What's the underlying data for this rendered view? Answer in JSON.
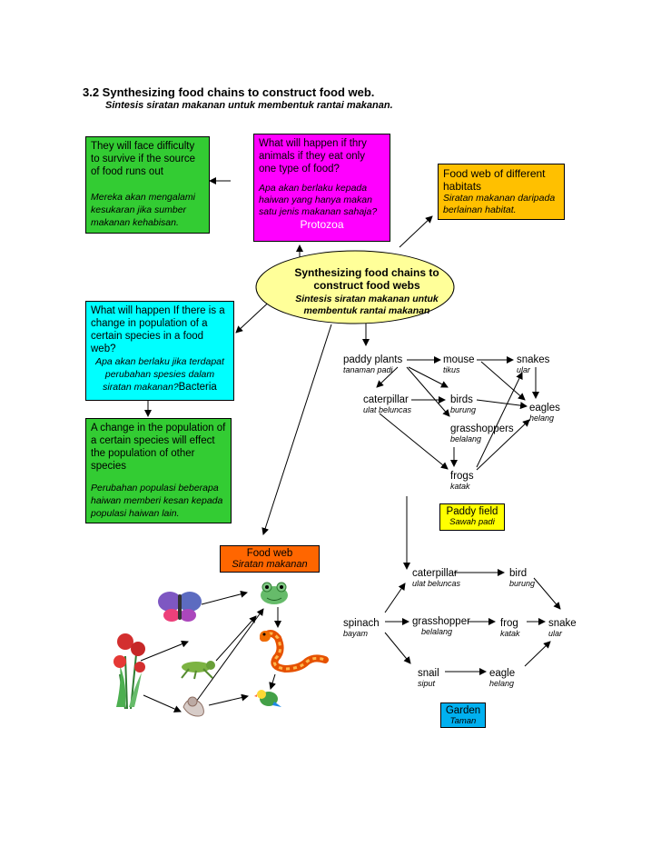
{
  "heading": "3.2  Synthesizing food chains to construct food web.",
  "subheading": "Sintesis siratan makanan untuk membentuk rantai makanan.",
  "center": {
    "title_en": "Synthesizing food chains to construct food webs",
    "title_ms": "Sintesis siratan makanan untuk membentuk rantai makanan"
  },
  "boxes": {
    "difficulty": {
      "en": "They will face difficulty to survive  if the source of food  runs out",
      "ms": "Mereka akan mengalami kesukaran jika sumber makanan kehabisan."
    },
    "one_food": {
      "en": "What will happen if thry animals if they eat only one type of food?",
      "ms": "Apa akan berlaku kepada haiwan yang hanya makan satu jenis makanan sahaja?",
      "tag": "Protozoa"
    },
    "habitats": {
      "en": "Food web of  different habitats",
      "ms": "Siratan makanan daripada berlainan habitat."
    },
    "population": {
      "en": "What will happen If there is a change in population of a certain species in a food web?",
      "ms": "Apa akan berlaku jika terdapat perubahan spesies dalam siratan makanan?",
      "tag": "Bacteria"
    },
    "change": {
      "en": "A change in the population of a certain species  will effect the population of other species",
      "ms": "Perubahan populasi beberapa haiwan memberi kesan kepada populasi haiwan lain."
    },
    "foodweb": {
      "en": "Food  web",
      "ms": "Siratan makanan"
    }
  },
  "paddy": {
    "nodes": {
      "paddy_plants": {
        "en": "paddy plants",
        "ms": "tanaman padi"
      },
      "mouse": {
        "en": "mouse",
        "ms": "tikus"
      },
      "snakes": {
        "en": "snakes",
        "ms": "ular"
      },
      "caterpillar": {
        "en": "caterpillar",
        "ms": "ulat beluncas"
      },
      "birds": {
        "en": "birds",
        "ms": "burung"
      },
      "eagles": {
        "en": "eagles",
        "ms": "helang"
      },
      "grasshoppers": {
        "en": "grasshoppers",
        "ms": "belalang"
      },
      "frogs": {
        "en": "frogs",
        "ms": "katak"
      }
    },
    "label": {
      "en": "Paddy field",
      "ms": "Sawah padi"
    }
  },
  "garden": {
    "nodes": {
      "caterpillar": {
        "en": "caterpillar",
        "ms": "ulat beluncas"
      },
      "bird": {
        "en": "bird",
        "ms": "burung"
      },
      "spinach": {
        "en": "spinach",
        "ms": "bayam"
      },
      "grasshopper": {
        "en": "grasshopper",
        "ms": "belalang"
      },
      "frog": {
        "en": "frog",
        "ms": "katak"
      },
      "snake": {
        "en": "snake",
        "ms": "ular"
      },
      "snail": {
        "en": "snail",
        "ms": "siput"
      },
      "eagle": {
        "en": "eagle",
        "ms": "helang"
      }
    },
    "label": {
      "en": "Garden",
      "ms": "Taman"
    }
  },
  "colors": {
    "green": "#33cc33",
    "magenta": "#ff00ff",
    "orange": "#ffc000",
    "cyan": "#00ffff",
    "ellipse": "#ffff99",
    "foodweb": "#ff6600",
    "paddy": "#ffff00",
    "garden": "#00b0f0"
  }
}
